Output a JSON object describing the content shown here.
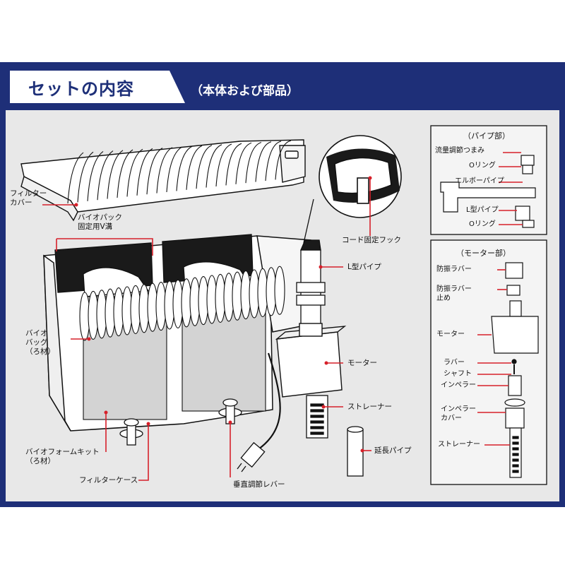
{
  "header": {
    "title": "セットの内容",
    "subtitle": "（本体および部品）"
  },
  "colors": {
    "navy": "#1e2f78",
    "red_accent": "#d6202a",
    "panel_gray": "#e6e6e6",
    "line": "#111111"
  },
  "main_labels": {
    "filter_cover": "フィルター\nカバー",
    "biopack_groove": "バイオパック\n固定用V溝",
    "cord_hook": "コード固定フック",
    "l_pipe": "L型パイプ",
    "bio_bag": "バイオ\nバッグ\n（ろ材）",
    "motor": "モーター",
    "strainer": "ストレーナー",
    "extension_pipe": "延長パイプ",
    "bio_foam_kit": "バイオフォームキット\n（ろ材）",
    "filter_case": "フィルターケース",
    "vertical_lever": "垂直調節レバー"
  },
  "pipe_section": {
    "heading": "（パイプ部）",
    "flow_knob": "流量調節つまみ",
    "o_ring_1": "Oリング",
    "elbow_pipe": "エルボーパイプ",
    "l_pipe": "L型パイプ",
    "o_ring_2": "Oリング"
  },
  "motor_section": {
    "heading": "（モーター部）",
    "vib_rubber": "防振ラバー",
    "vib_rubber_stop": "防振ラバー\n止め",
    "motor": "モーター",
    "rubber": "ラバー",
    "shaft": "シャフト",
    "impeller": "インペラー",
    "impeller_cover": "インペラー\nカバー",
    "strainer": "ストレーナー"
  }
}
